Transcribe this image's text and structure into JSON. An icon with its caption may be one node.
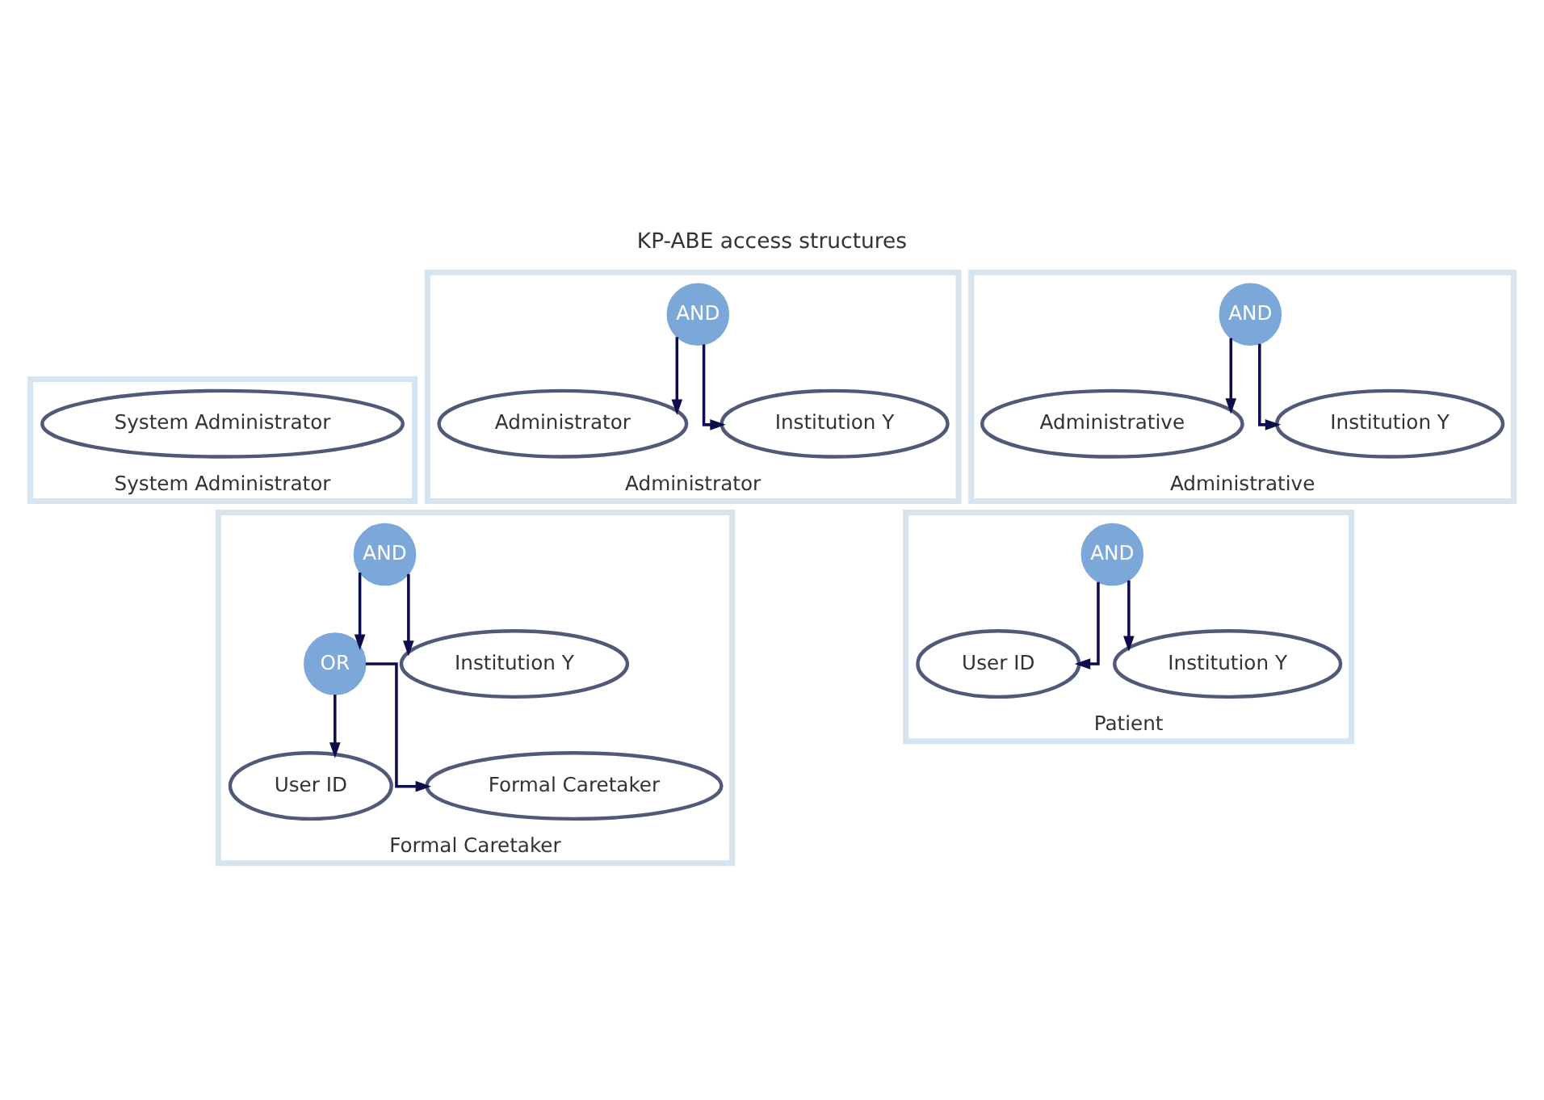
{
  "diagram": {
    "title": "KP-ABE access structures",
    "nodes": [
      {
        "text": [
          "System Administrator"
        ]
      },
      {
        "text": [
          "System Administrator"
        ],
        "in": 0
      },
      {
        "text": [
          "Administrator"
        ]
      },
      {
        "text": [
          "AND"
        ],
        "in": 2
      },
      {
        "text": [
          "Administrator"
        ],
        "in": 2
      },
      {
        "text": [
          "Institution Y"
        ],
        "in": 2
      },
      {
        "text": [
          "Administrative"
        ]
      },
      {
        "text": [
          "AND"
        ],
        "in": 6
      },
      {
        "text": [
          "Administrative"
        ],
        "in": 6
      },
      {
        "text": [
          "Institution Y"
        ],
        "in": 6
      },
      {
        "text": [
          "Formal Caretaker"
        ]
      },
      {
        "text": [
          "AND"
        ],
        "in": 10
      },
      {
        "text": [
          "OR"
        ],
        "in": 10
      },
      {
        "text": [
          "Institution Y"
        ],
        "in": 10
      },
      {
        "text": [
          "User ID"
        ],
        "in": 10
      },
      {
        "text": [
          "Formal Caretaker"
        ],
        "in": 10
      },
      {
        "text": [
          "Patient"
        ]
      },
      {
        "text": [
          "AND"
        ],
        "in": 16
      },
      {
        "text": [
          "User ID"
        ],
        "in": 16
      },
      {
        "text": [
          "Institution Y"
        ],
        "in": 16
      }
    ],
    "edges": [
      {
        "from": 3,
        "to": 4,
        "arrow": "to"
      },
      {
        "from": 3,
        "to": 5,
        "arrow": "to"
      },
      {
        "from": 7,
        "to": 8,
        "arrow": "to"
      },
      {
        "from": 7,
        "to": 9,
        "arrow": "to"
      },
      {
        "from": 11,
        "to": 12,
        "arrow": "to"
      },
      {
        "from": 11,
        "to": 13,
        "arrow": "to"
      },
      {
        "from": 12,
        "to": 14,
        "arrow": "to"
      },
      {
        "from": 12,
        "to": 15,
        "arrow": "to"
      },
      {
        "from": 17,
        "to": 18,
        "arrow": "to"
      },
      {
        "from": 17,
        "to": 19,
        "arrow": "to"
      }
    ]
  }
}
